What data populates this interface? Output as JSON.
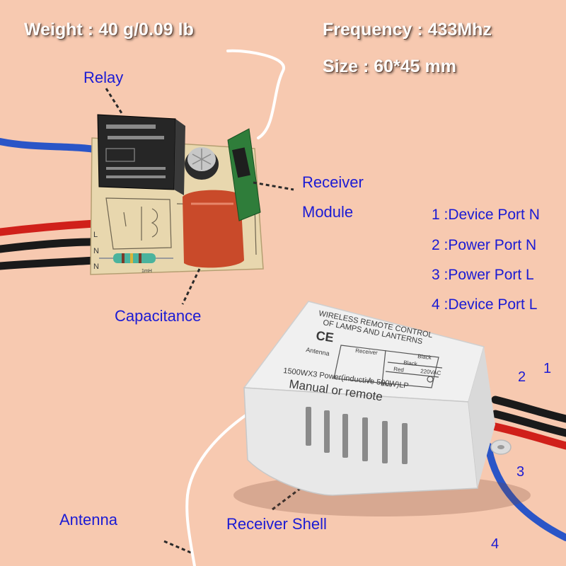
{
  "specs": {
    "weight": "Weight : 40 g/0.09 lb",
    "frequency": "Frequency : 433Mhz",
    "size": "Size : 60*45 mm"
  },
  "callouts": {
    "relay": "Relay",
    "receiver_module_line1": "Receiver",
    "receiver_module_line2": "Module",
    "capacitance": "Capacitance",
    "antenna": "Antenna",
    "receiver_shell": "Receiver Shell"
  },
  "ports": [
    {
      "label": "1 :Device Port N"
    },
    {
      "label": "2 :Power Port N"
    },
    {
      "label": "3 :Power Port L"
    },
    {
      "label": "4 :Device Port L"
    }
  ],
  "wire_numbers": [
    "1",
    "2",
    "3",
    "4"
  ],
  "shell_print": {
    "title_line1": "WIRELESS REMOTE CONTROL",
    "title_line2": "OF LAMPS AND LANTERNS",
    "antenna": "Antenna",
    "receiver": "Receiver",
    "black1": "Black",
    "black2": "Black",
    "red": "Red",
    "voltage": "220VAC",
    "blue": "Blue",
    "a": "A",
    "ce": "CE",
    "power": "1500WX3 Power(inductive 500W)LP",
    "mode": "Manual  or  remote"
  },
  "colors": {
    "background": "#f7c9b0",
    "callout_text": "#1b1bd4",
    "spec_text": "#ffffff"
  }
}
